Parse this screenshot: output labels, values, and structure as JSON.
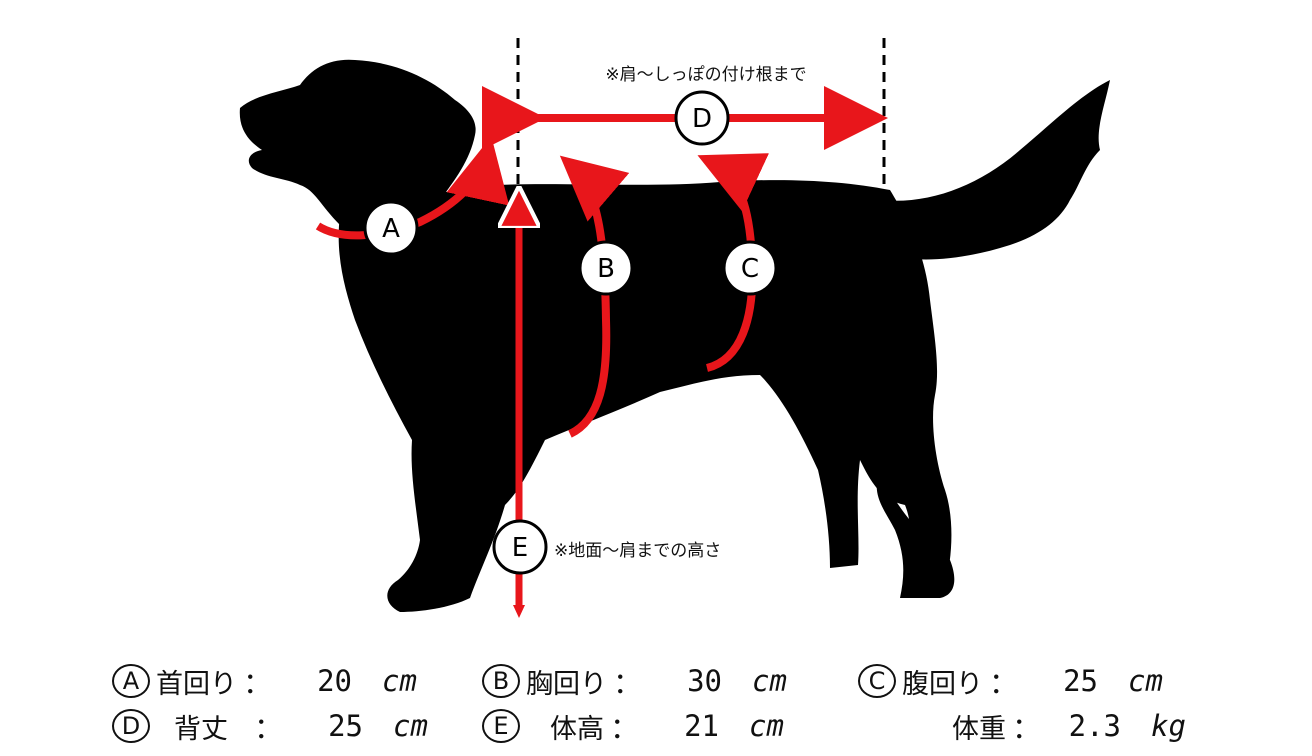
{
  "diagram": {
    "markers": {
      "A": "A",
      "B": "B",
      "C": "C",
      "D": "D",
      "E": "E"
    },
    "notes": {
      "back_length": "※肩～しっぽの付け根まで",
      "height": "※地面～肩までの高さ"
    },
    "colors": {
      "arrow": "#e8161b",
      "silhouette": "#000000"
    }
  },
  "measurements": [
    {
      "badge": "A",
      "label": "首回り",
      "sep": "：",
      "value": "20",
      "unit": "cm"
    },
    {
      "badge": "B",
      "label": "胸回り",
      "sep": "：",
      "value": "30",
      "unit": "cm"
    },
    {
      "badge": "C",
      "label": "腹回り",
      "sep": "：",
      "value": "25",
      "unit": "cm"
    },
    {
      "badge": "D",
      "label": "背丈",
      "sep": "：",
      "value": "25",
      "unit": "cm"
    },
    {
      "badge": "E",
      "label": "体高",
      "sep": "：",
      "value": "21",
      "unit": "cm"
    },
    {
      "badge": "",
      "label": "体重",
      "sep": "：",
      "value": "2.3",
      "unit": "kg"
    }
  ]
}
